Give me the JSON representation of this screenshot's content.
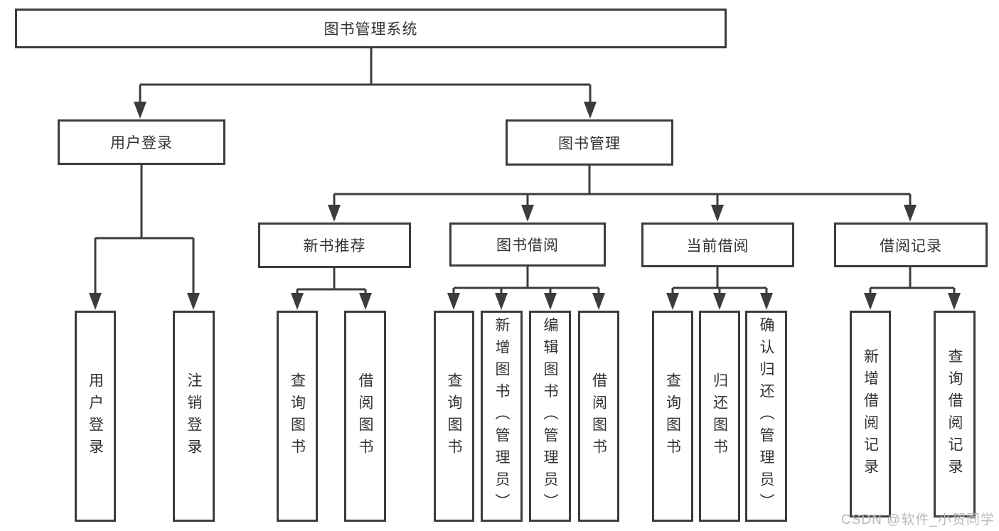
{
  "nodes": {
    "root": {
      "label": "图书管理系统"
    },
    "user_login": {
      "label": "用户登录"
    },
    "book_mgmt": {
      "label": "图书管理"
    },
    "new_book_rec": {
      "label": "新书推荐"
    },
    "book_borrow": {
      "label": "图书借阅"
    },
    "current_borrow": {
      "label": "当前借阅"
    },
    "borrow_records": {
      "label": "借阅记录"
    },
    "login": {
      "label": "用户登录"
    },
    "logout": {
      "label": "注销登录"
    },
    "nb_query": {
      "label": "查询图书"
    },
    "nb_borrow": {
      "label": "借阅图书"
    },
    "bb_query": {
      "label": "查询图书"
    },
    "bb_add": {
      "label": "新增图书（管理员）"
    },
    "bb_edit": {
      "label": "编辑图书（管理员）"
    },
    "bb_borrow": {
      "label": "借阅图书"
    },
    "cb_query": {
      "label": "查询图书"
    },
    "cb_return": {
      "label": "归还图书"
    },
    "cb_confirm": {
      "label": "确认归还（管理员）"
    },
    "br_add": {
      "label": "新增借阅记录"
    },
    "br_query": {
      "label": "查询借阅记录"
    }
  },
  "hierarchy": {
    "图书管理系统": {
      "用户登录": [
        "用户登录",
        "注销登录"
      ],
      "图书管理": {
        "新书推荐": [
          "查询图书",
          "借阅图书"
        ],
        "图书借阅": [
          "查询图书",
          "新增图书（管理员）",
          "编辑图书（管理员）",
          "借阅图书"
        ],
        "当前借阅": [
          "查询图书",
          "归还图书",
          "确认归还（管理员）"
        ],
        "借阅记录": [
          "新增借阅记录",
          "查询借阅记录"
        ]
      }
    }
  },
  "watermark": {
    "text": "CSDN @软件_小贺同学",
    "color": "#b9b9b9"
  },
  "colors": {
    "line": "#3c3c3c",
    "text": "#333333",
    "background": "#ffffff"
  }
}
